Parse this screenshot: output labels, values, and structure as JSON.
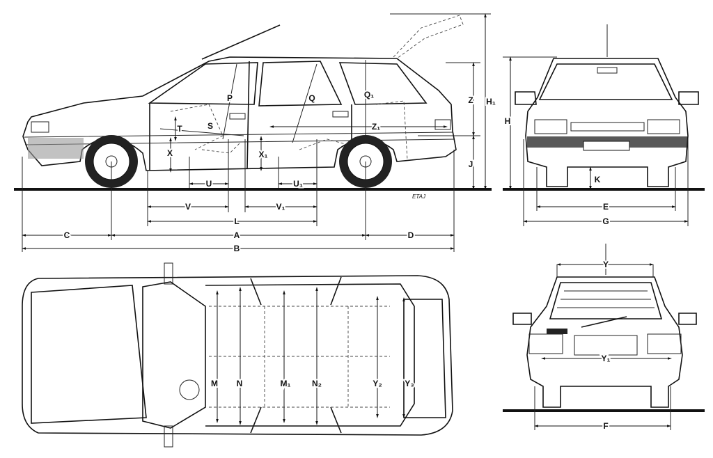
{
  "drawing": {
    "credit": "ETAJ",
    "side_view": {
      "labels": {
        "P": "P",
        "Q": "Q",
        "Q1": "Q₁",
        "Z": "Z",
        "H1": "H₁",
        "T": "T",
        "S": "S",
        "Z1": "Z₁",
        "X": "X",
        "X1": "X₁",
        "J": "J",
        "U": "U",
        "U1": "U₁",
        "V": "V",
        "V1": "V₁",
        "L": "L",
        "A": "A",
        "B": "B",
        "C": "C",
        "D": "D"
      }
    },
    "front_view": {
      "labels": {
        "H": "H",
        "K": "K",
        "E": "E",
        "G": "G"
      }
    },
    "rear_view": {
      "labels": {
        "Y": "Y",
        "Y1": "Y₁",
        "F": "F"
      }
    },
    "top_view": {
      "labels": {
        "M": "M",
        "N": "N",
        "M1": "M₁",
        "N2": "N₂",
        "Y2": "Y₂",
        "Y3": "Y₃"
      }
    }
  }
}
